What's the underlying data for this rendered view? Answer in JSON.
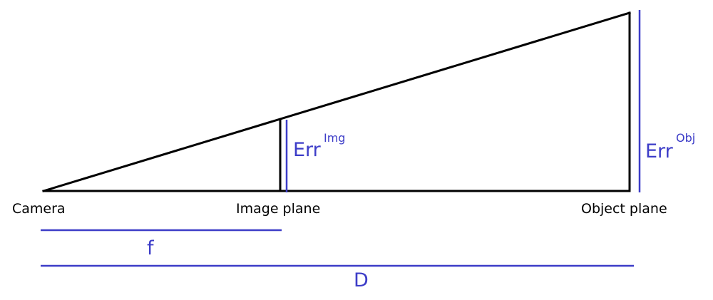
{
  "labels": {
    "camera": "Camera",
    "image_plane": "Image plane",
    "object_plane": "Object plane",
    "focal_length": "f",
    "distance": "D",
    "err_img_base": "Err",
    "err_img_sup": "Img",
    "err_obj_base": "Err",
    "err_obj_sup": "Obj"
  },
  "colors": {
    "geometry": "#000000",
    "annotation": "#3d3dc8"
  }
}
